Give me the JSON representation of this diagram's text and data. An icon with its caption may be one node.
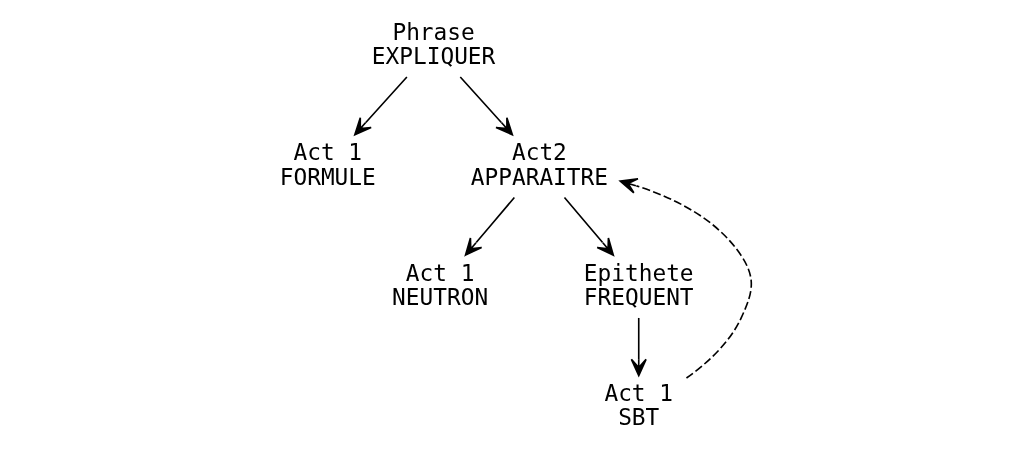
{
  "diagram": {
    "nodes": [
      {
        "text": [
          "Phrase",
          "EXPLIQUER"
        ]
      },
      {
        "text": [
          "Act 1",
          "FORMULE"
        ]
      },
      {
        "text": [
          "Act2",
          "APPARAITRE"
        ]
      },
      {
        "text": [
          "Act 1",
          "NEUTRON"
        ]
      },
      {
        "text": [
          "Epithete",
          "FREQUENT"
        ]
      },
      {
        "text": [
          "Act 1",
          "SBT"
        ]
      }
    ],
    "edges": [
      {
        "from": 0,
        "to": 1,
        "arrow": "to"
      },
      {
        "from": 0,
        "to": 2,
        "arrow": "to"
      },
      {
        "from": 2,
        "to": 3,
        "arrow": "to"
      },
      {
        "from": 2,
        "to": 4,
        "arrow": "to"
      },
      {
        "from": 4,
        "to": 5,
        "arrow": "to"
      },
      {
        "from": 5,
        "to": 2,
        "arrow": "to",
        "style": "dashed"
      }
    ]
  }
}
